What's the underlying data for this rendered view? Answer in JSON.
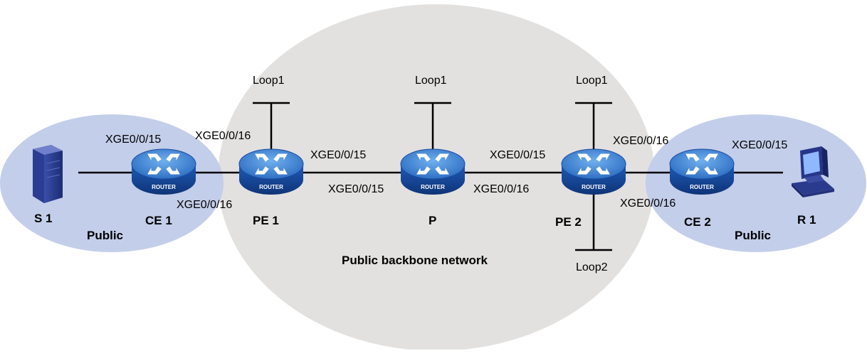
{
  "colors": {
    "backbone_fill": "#e2e1e0",
    "public_fill": "#c3ceea",
    "link": "#000000",
    "router_body": "#1d4fa8",
    "router_top": "#4a8fd8"
  },
  "nodes": {
    "s1": {
      "label": "S 1",
      "icon": "server-icon"
    },
    "ce1": {
      "label": "CE 1",
      "icon": "router-icon",
      "badge": "ROUTER"
    },
    "pe1": {
      "label": "PE 1",
      "icon": "router-icon",
      "badge": "ROUTER"
    },
    "p": {
      "label": "P",
      "icon": "router-icon",
      "badge": "ROUTER"
    },
    "pe2": {
      "label": "PE 2",
      "icon": "router-icon",
      "badge": "ROUTER"
    },
    "ce2": {
      "label": "CE 2",
      "icon": "router-icon",
      "badge": "ROUTER"
    },
    "r1": {
      "label": "R 1",
      "icon": "pc-icon"
    }
  },
  "ports": {
    "ce1_left": "XGE0/0/15",
    "ce1_right": "XGE0/0/16",
    "pe1_left": "XGE0/0/16",
    "pe1_right": "XGE0/0/15",
    "p_left": "XGE0/0/15",
    "p_right": "XGE0/0/16",
    "pe2_left": "XGE0/0/15",
    "pe2_right": "XGE0/0/16",
    "ce2_left": "XGE0/0/16",
    "ce2_right": "XGE0/0/15"
  },
  "loopbacks": {
    "pe1": "Loop1",
    "p": "Loop1",
    "pe2_top": "Loop1",
    "pe2_bottom": "Loop2"
  },
  "zones": {
    "left": "Public",
    "right": "Public",
    "backbone": "Public backbone network"
  }
}
